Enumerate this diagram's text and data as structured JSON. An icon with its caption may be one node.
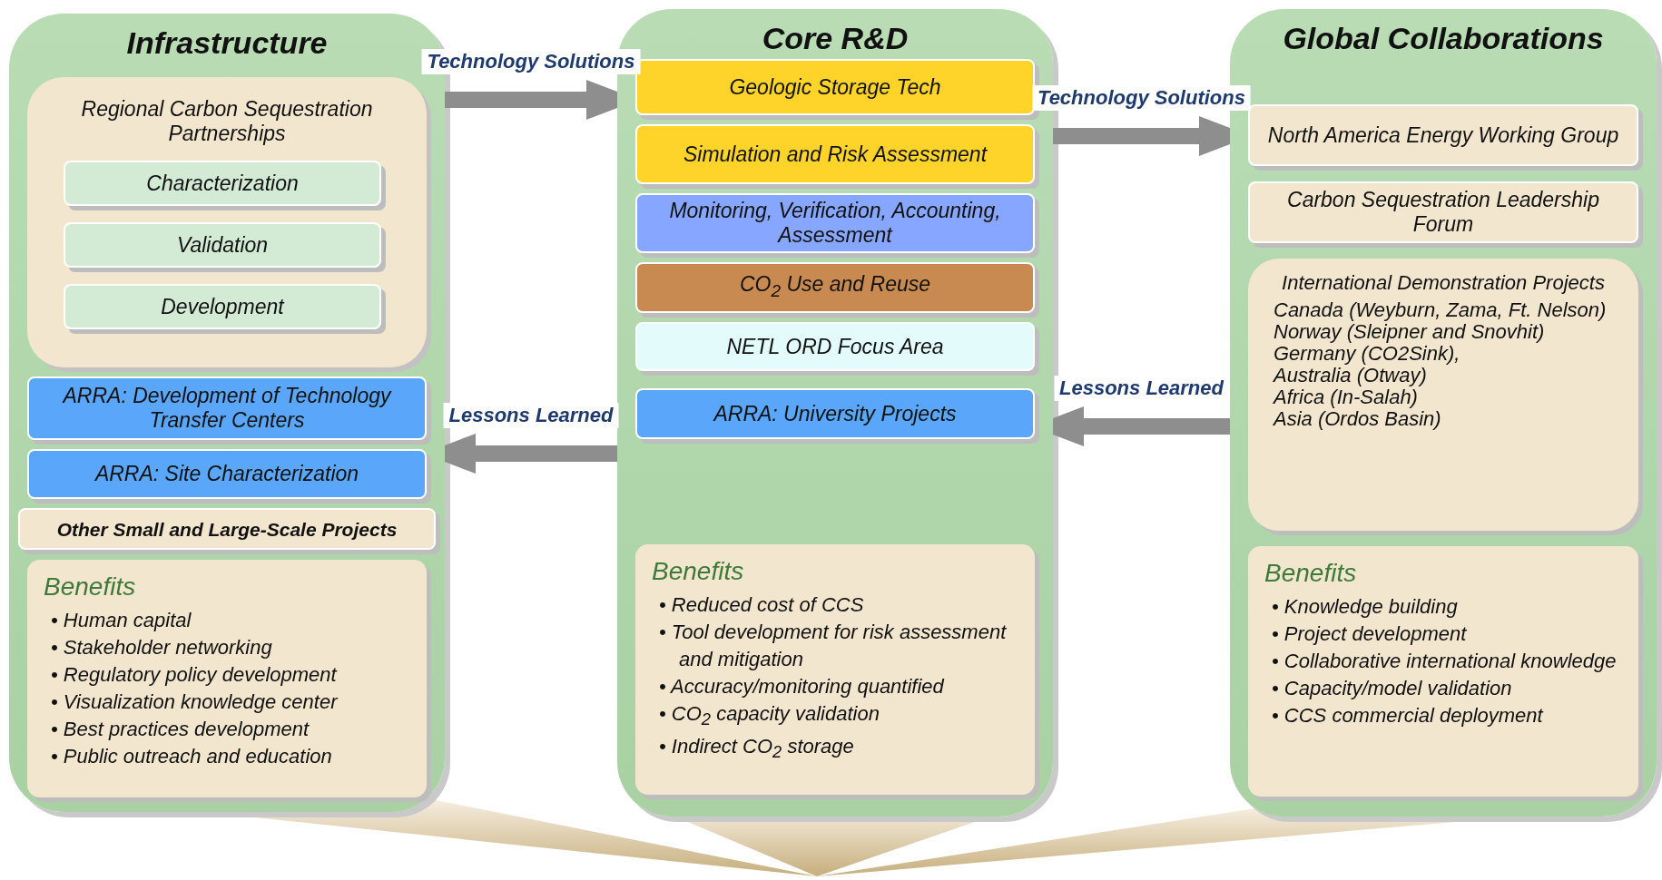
{
  "diagram": {
    "nodes": [
      {
        "text": [
          "Infrastructure"
        ]
      },
      {
        "text": [
          "Regional Carbon Sequestration Partnerships"
        ],
        "in": 0
      },
      {
        "text": [
          "Characterization"
        ],
        "in": 1
      },
      {
        "text": [
          "Validation"
        ],
        "in": 1
      },
      {
        "text": [
          "Development"
        ],
        "in": 1
      },
      {
        "text": [
          "ARRA: Development of Technology Transfer Centers"
        ],
        "in": 0
      },
      {
        "text": [
          "ARRA: Site Characterization"
        ],
        "in": 0
      },
      {
        "text": [
          "Other Small and Large-Scale Projects"
        ],
        "in": 0
      },
      {
        "text": [
          "Benefits",
          "• Human capital",
          "• Stakeholder networking",
          "• Regulatory policy development",
          "• Visualization knowledge center",
          "• Best practices development",
          "• Public outreach and education"
        ],
        "in": 0
      },
      {
        "text": [
          "Core R&D"
        ]
      },
      {
        "text": [
          "Geologic Storage Tech"
        ],
        "in": 9
      },
      {
        "text": [
          "Simulation and Risk Assessment"
        ],
        "in": 9
      },
      {
        "text": [
          "Monitoring, Verification, Accounting, Assessment"
        ],
        "in": 9
      },
      {
        "text": [
          "CO$_{2}$ Use and Reuse"
        ],
        "in": 9
      },
      {
        "text": [
          "NETL ORD Focus Area"
        ],
        "in": 9
      },
      {
        "text": [
          "ARRA: University Projects"
        ],
        "in": 9
      },
      {
        "text": [
          "Benefits",
          "• Reduced cost of CCS",
          "• Tool development for risk assessment and mitigation",
          "• Accuracy/monitoring quantified",
          "• CO$_{2}$ capacity validation",
          "• Indirect CO$_{2}$ storage"
        ],
        "in": 9
      },
      {
        "text": [
          "Global Collaborations"
        ]
      },
      {
        "text": [
          "North America Energy Working Group"
        ],
        "in": 17
      },
      {
        "text": [
          "Carbon Sequestration Leadership Forum"
        ],
        "in": 17
      },
      {
        "text": [
          "International Demonstration Projects",
          "Canada (Weyburn, Zama, Ft. Nelson)",
          "Norway (Sleipner and Snovhit)",
          "Germany (CO2Sink),",
          "Australia (Otway)",
          "Africa (In-Salah)",
          "Asia (Ordos Basin)"
        ],
        "in": 17
      },
      {
        "text": [
          "Benefits",
          "• Knowledge building",
          "• Project development",
          "• Collaborative international knowledge",
          "• Capacity/model validation",
          "• CCS commercial deployment"
        ],
        "in": 17
      }
    ],
    "edges": [
      {
        "from": 0,
        "to": 9,
        "arrow": "to",
        "label": "Technology Solutions"
      },
      {
        "from": 9,
        "to": 0,
        "arrow": "to",
        "label": "Lessons Learned"
      },
      {
        "from": 9,
        "to": 17,
        "arrow": "to",
        "label": "Technology Solutions"
      },
      {
        "from": 17,
        "to": 9,
        "arrow": "to",
        "label": "Lessons Learned"
      }
    ]
  }
}
